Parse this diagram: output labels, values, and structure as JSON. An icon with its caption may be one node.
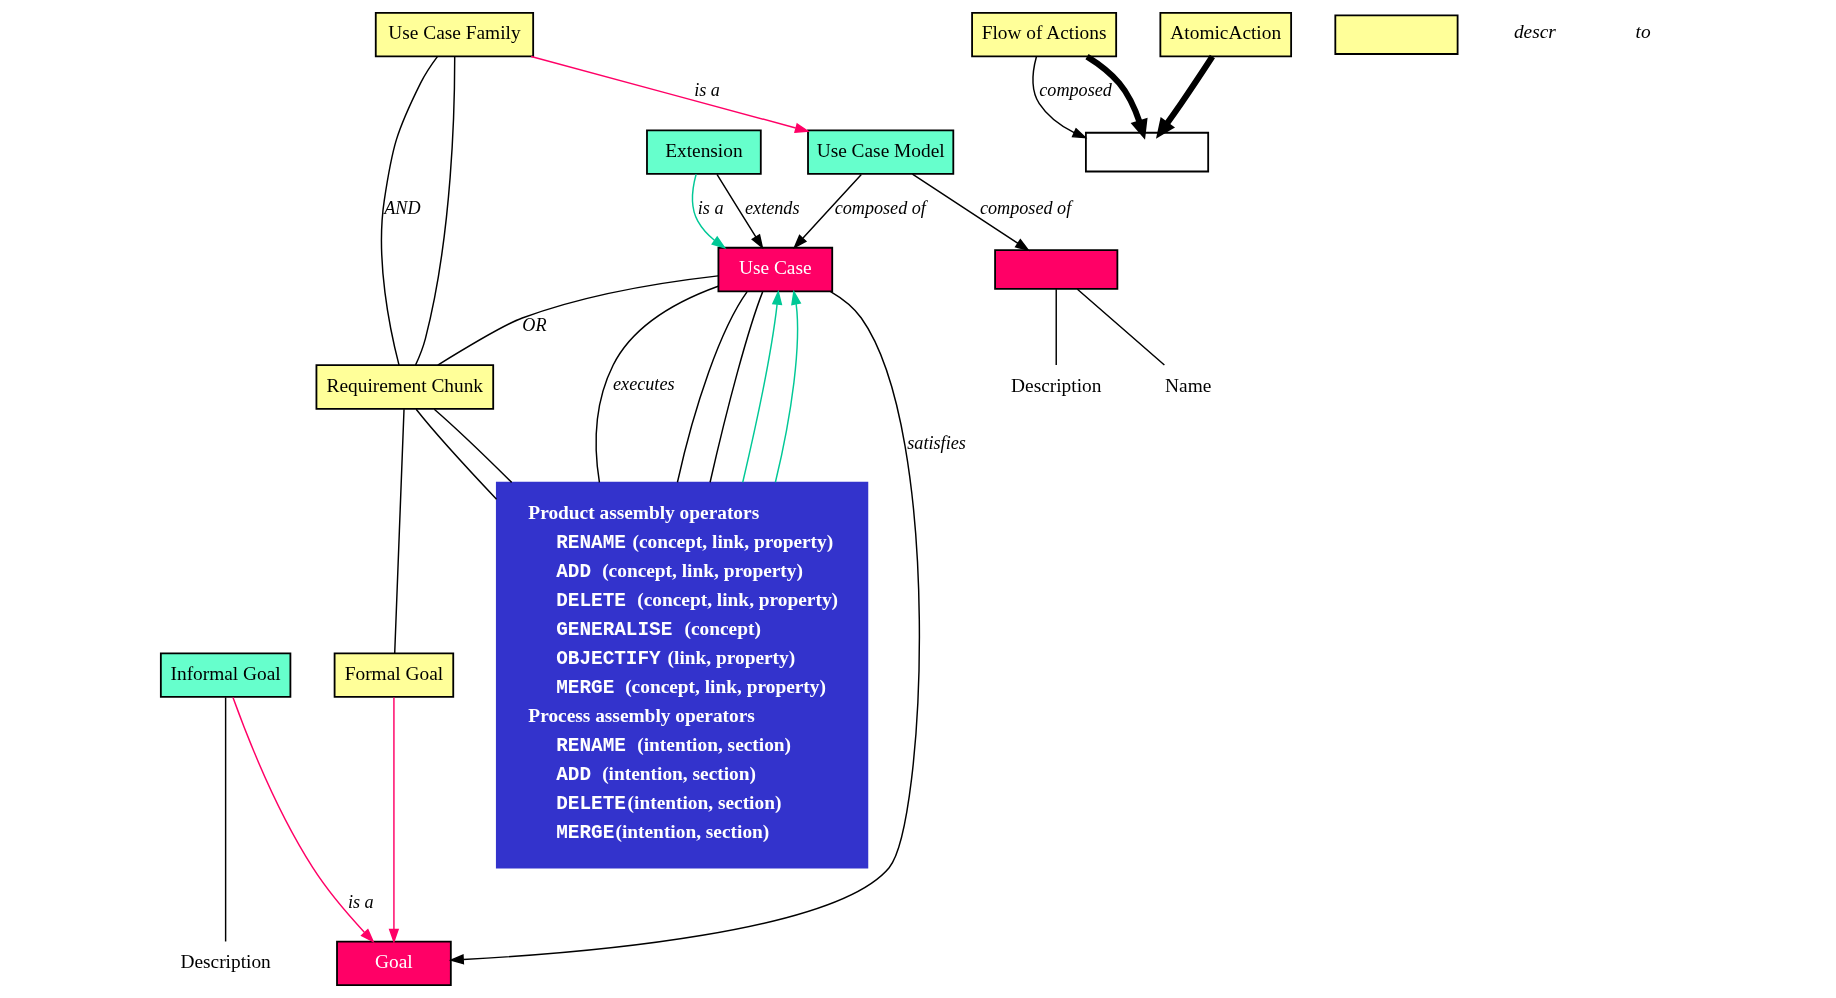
{
  "diagram": {
    "nodes": [
      {
        "text": [
          "Use Case"
        ]
      },
      {
        "text": [
          "Extension"
        ]
      },
      {
        "text": [
          "Goal"
        ]
      },
      {
        "text": [
          "Informal Goal"
        ]
      },
      {
        "text": [
          "Formal Goal"
        ]
      },
      {
        "text": [
          "Requirement Chunk"
        ]
      },
      {
        "text": [
          "Use Case Model"
        ]
      },
      {
        "text": [
          "Use Case Family"
        ]
      },
      {
        "text": [
          "Flow of Actions"
        ]
      },
      {
        "text": [
          "AtomicAction"
        ]
      },
      {
        "text": [],
        "shape": "box"
      },
      {
        "text": [],
        "shape": "box"
      },
      {
        "text": [],
        "shape": "box"
      },
      {
        "text": [
          "Product assembly operators",
          "RENAME (concept, link, property)",
          "ADD  (concept, link, property)",
          "DELETE  (concept, link, property)",
          "GENERALISE  (concept)",
          "OBJECTIFY (link, property)",
          "MERGE  (concept, link, property)",
          "Process assembly operators",
          "RENAME  (intention, section)",
          "ADD  (intention, section)",
          "DELETE(intention, section)",
          "MERGE(intention, section)"
        ]
      },
      {
        "text": [
          "Description"
        ]
      },
      {
        "text": [
          "Name"
        ]
      },
      {
        "text": [
          "Description"
        ]
      }
    ],
    "edges": [
      {
        "from": 1,
        "to": 0,
        "arrow": "to",
        "label": "extends"
      },
      {
        "from": 1,
        "to": 0,
        "arrow": "to",
        "label": "is a",
        "color": "#00c896"
      },
      {
        "from": 0,
        "to": 2,
        "arrow": "to",
        "label": "satisfies"
      },
      {
        "from": 3,
        "to": 2,
        "arrow": "to",
        "label": "is a",
        "color": "#ff0066"
      },
      {
        "from": 4,
        "to": 2,
        "arrow": "to",
        "color": "#ff0066"
      },
      {
        "from": 0,
        "to": 5,
        "arrow": "none",
        "label": "OR"
      },
      {
        "from": 7,
        "to": 5,
        "arrow": "none",
        "label": "AND"
      },
      {
        "from": 7,
        "to": 5,
        "arrow": "none"
      },
      {
        "from": 5,
        "to": 4,
        "arrow": "none"
      },
      {
        "from": 7,
        "to": 6,
        "arrow": "to",
        "label": "is a",
        "color": "#ff0066"
      },
      {
        "from": 6,
        "to": 0,
        "arrow": "to",
        "label": "composed of"
      },
      {
        "from": 6,
        "to": 11,
        "arrow": "to",
        "label": "composed of"
      },
      {
        "from": 8,
        "to": 10,
        "arrow": "to",
        "label": "composed"
      },
      {
        "from": 8,
        "to": 10,
        "arrow": "to",
        "style": "thick"
      },
      {
        "from": 9,
        "to": 10,
        "arrow": "to",
        "style": "thick"
      },
      {
        "from": 3,
        "to": 14,
        "arrow": "none"
      },
      {
        "from": 11,
        "to": 15,
        "arrow": "none"
      },
      {
        "from": 11,
        "to": 16,
        "arrow": "none"
      },
      {
        "from": 0,
        "to": 13,
        "arrow": "none",
        "label": "executes"
      },
      {
        "from": 0,
        "to": 13,
        "arrow": "none"
      },
      {
        "from": 0,
        "to": 13,
        "arrow": "none"
      },
      {
        "from": 13,
        "to": 0,
        "arrow": "to",
        "color": "#00c896"
      },
      {
        "from": 13,
        "to": 0,
        "arrow": "to",
        "color": "#00c896"
      },
      {
        "from": 5,
        "to": 13,
        "arrow": "none"
      },
      {
        "from": 5,
        "to": 13,
        "arrow": "none"
      }
    ],
    "labels": [
      "descr",
      "to"
    ]
  }
}
